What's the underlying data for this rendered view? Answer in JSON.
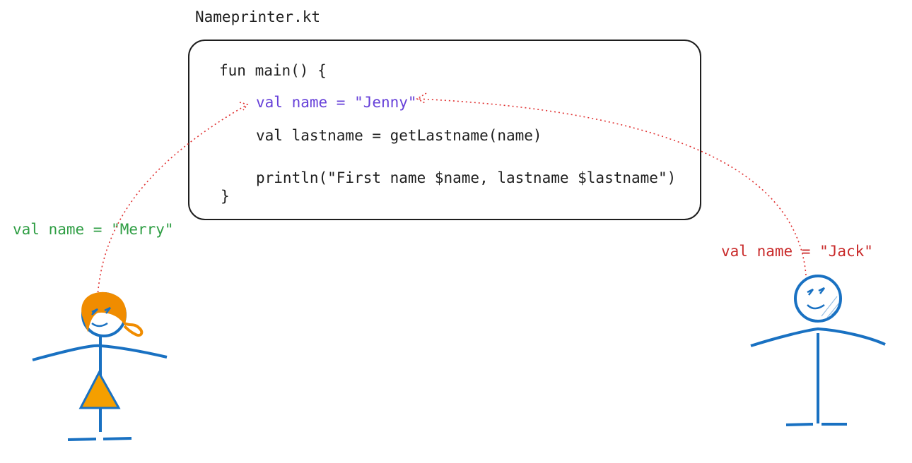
{
  "file": {
    "name": "Nameprinter.kt"
  },
  "code": {
    "line1": "fun main() {",
    "line2": "val name = \"Jenny\"",
    "line3": "val lastname = getLastname(name)",
    "line4": "println(\"First name $name, lastname $lastname\")",
    "line5": "}"
  },
  "people": {
    "merry": {
      "label": "val name = \"Merry\""
    },
    "jack": {
      "label": "val name = \"Jack\""
    }
  },
  "colors": {
    "ink": "#1e1e1e",
    "jenny": "#6741d9",
    "merry": "#2f9e44",
    "jack": "#c92a2a",
    "arrow": "#e03131",
    "figure": "#1971c2",
    "hair": "#f08c00",
    "dress": "#f59f00"
  }
}
